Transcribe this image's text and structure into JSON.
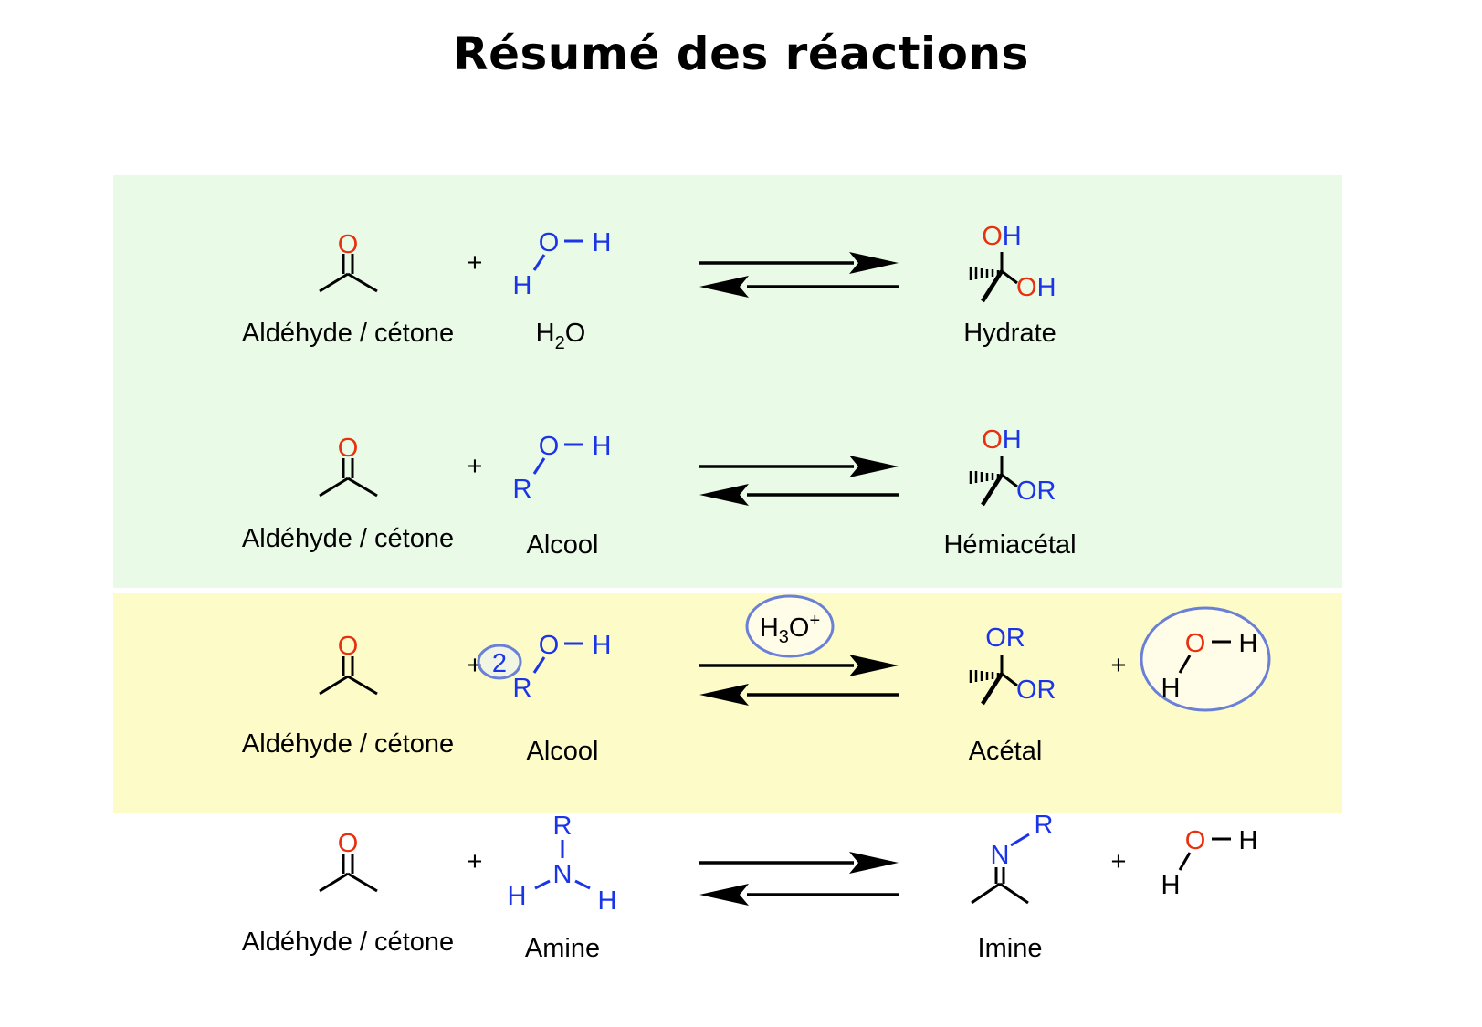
{
  "title": "Résumé des réactions",
  "colors": {
    "green_panel": "#e9fbe6",
    "yellow_panel": "#fdfcc9",
    "oxygen": "#e8300e",
    "heteroatom": "#1b34e8",
    "bond": "#000000",
    "highlight_circle": "#6a7fd6",
    "highlight_fill": "#fffde8"
  },
  "reactions": [
    {
      "reactant1_label": "Aldéhyde / cétone",
      "plus": "+",
      "reactant2_label_main": "H",
      "reactant2_label_sub": "2",
      "reactant2_label_end": "O",
      "product_label": "Hydrate",
      "atoms": {
        "carbonyl_o": "O",
        "r2_o": "O",
        "r2_h1": "H",
        "r2_h2": "H",
        "p_top": "OH",
        "p_side": "OH"
      }
    },
    {
      "reactant1_label": "Aldéhyde / cétone",
      "plus": "+",
      "reactant2_label": "Alcool",
      "product_label": "Hémiacétal",
      "atoms": {
        "carbonyl_o": "O",
        "r2_o": "O",
        "r2_h": "H",
        "r2_r": "R",
        "p_top": "OH",
        "p_side": "OR"
      }
    },
    {
      "reactant1_label": "Aldéhyde / cétone",
      "plus": "+",
      "coefficient": "2",
      "reactant2_label": "Alcool",
      "catalyst_main": "H",
      "catalyst_sub": "3",
      "catalyst_end": "O",
      "catalyst_sup": "+",
      "product_label": "Acétal",
      "plus2": "+",
      "atoms": {
        "carbonyl_o": "O",
        "r2_o": "O",
        "r2_h": "H",
        "r2_r": "R",
        "p_top": "OR",
        "p_side": "OR",
        "w_o": "O",
        "w_h1": "H",
        "w_h2": "H"
      }
    },
    {
      "reactant1_label": "Aldéhyde / cétone",
      "plus": "+",
      "reactant2_label": "Amine",
      "product_label": "Imine",
      "plus2": "+",
      "atoms": {
        "carbonyl_o": "O",
        "amine_r": "R",
        "amine_n": "N",
        "amine_h1": "H",
        "amine_h2": "H",
        "imine_n": "N",
        "imine_r": "R",
        "w_o": "O",
        "w_h1": "H",
        "w_h2": "H"
      }
    }
  ]
}
